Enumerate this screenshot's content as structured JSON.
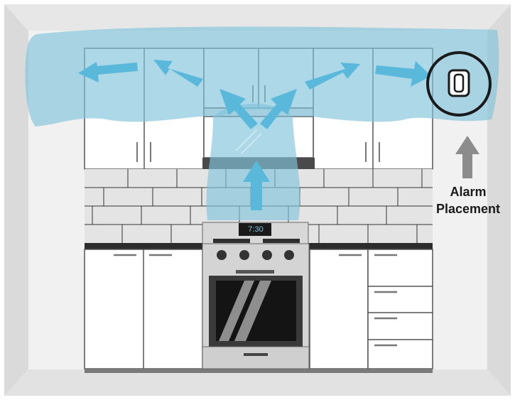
{
  "oven": {
    "clock": "7:30"
  },
  "alarm": {
    "label_line1": "Alarm",
    "label_line2": "Placement",
    "device_icon": "smoke-alarm-icon"
  },
  "colors": {
    "smoke": "#7fc3dc",
    "arrow": "#5ab8db",
    "alarm_outline": "#1a1a1a",
    "placement_arrow": "#8c8c8c"
  }
}
